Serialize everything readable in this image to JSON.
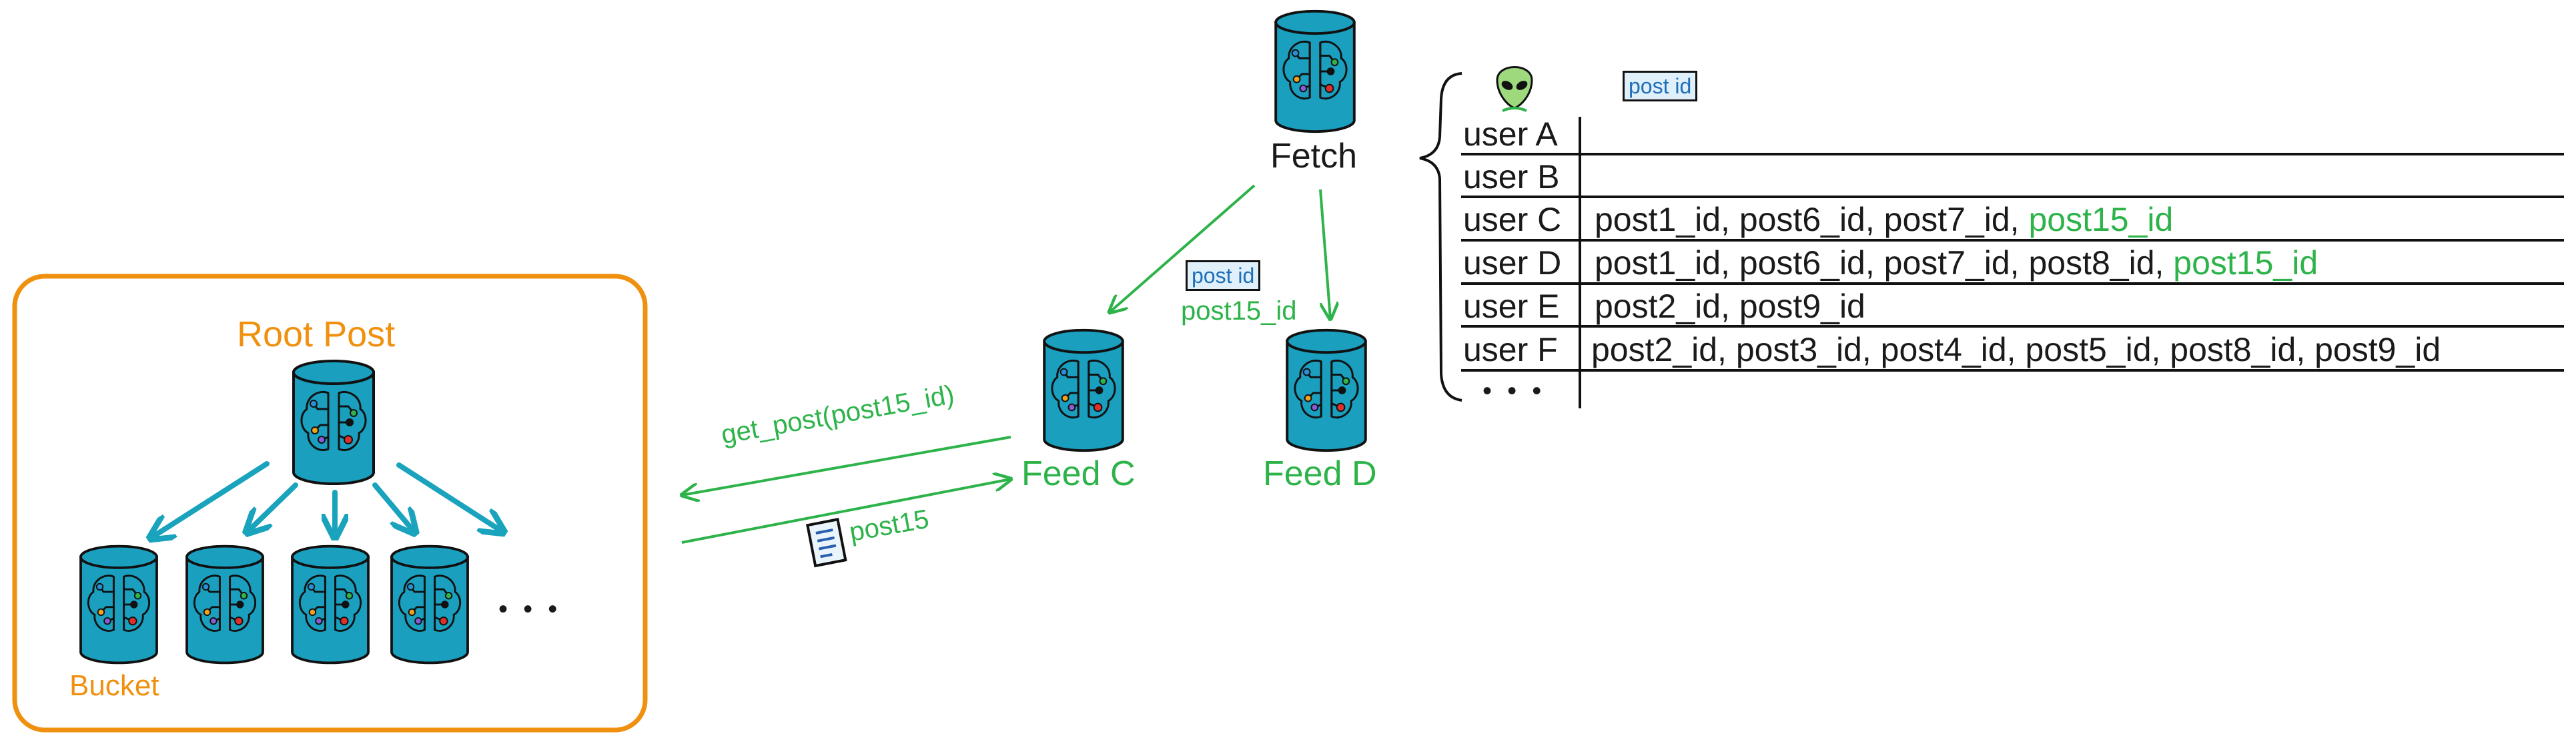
{
  "root_box": {
    "title": "Root Post",
    "bucket_label": "Bucket",
    "ellipsis": "• • •"
  },
  "nodes": {
    "fetch": "Fetch",
    "feed_c": "Feed C",
    "feed_d": "Feed D"
  },
  "edges": {
    "get_post": "get_post(post15_id)",
    "post15": "post15",
    "post_id_tag": "post id",
    "post15_id": "post15_id"
  },
  "table": {
    "header_tag": "post id",
    "ellipsis": "• • •",
    "rows": [
      {
        "user": "user A",
        "posts": "",
        "new_post": ""
      },
      {
        "user": "user B",
        "posts": "",
        "new_post": ""
      },
      {
        "user": "user C",
        "posts": "post1_id, post6_id, post7_id, ",
        "new_post": "post15_id"
      },
      {
        "user": "user D",
        "posts": "post1_id, post6_id, post7_id, post8_id, ",
        "new_post": "post15_id"
      },
      {
        "user": "user E",
        "posts": "post2_id, post9_id",
        "new_post": ""
      },
      {
        "user": "user F",
        "posts": "post2_id, post3_id, post4_id, post5_id, post8_id, post9_id",
        "new_post": ""
      }
    ]
  },
  "colors": {
    "orange": "#f0900f",
    "green": "#2db34a",
    "teal": "#1aa3bd",
    "cylinder": "#1a9fbf",
    "tag_fill": "#dff0fb",
    "tag_text": "#1f6fb8"
  },
  "icons": {
    "db": "database-cylinder-icon",
    "alien": "alien-icon",
    "doc": "document-icon"
  }
}
